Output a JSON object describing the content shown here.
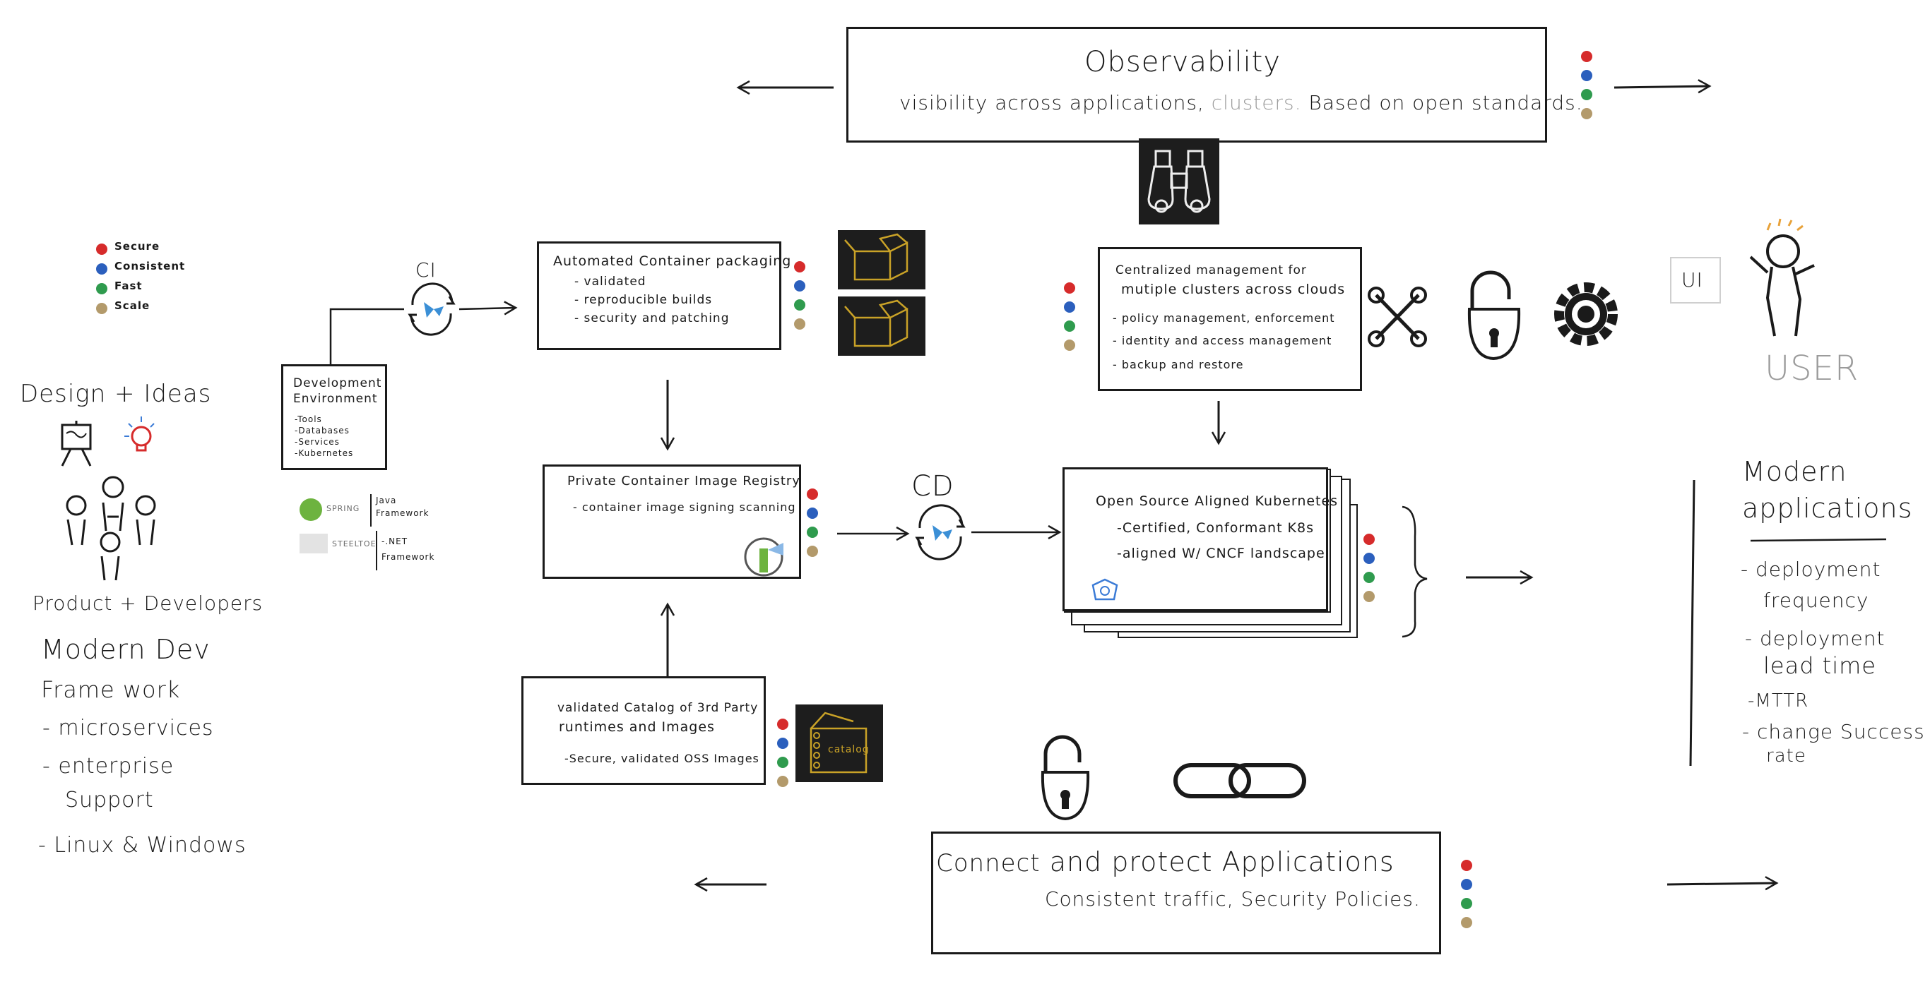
{
  "colors": {
    "secure": "#d62b2b",
    "consistent": "#2b5fbd",
    "fast": "#2f9b4e",
    "scale": "#b39a6b",
    "ink": "#1a1a1a",
    "gray": "#9b9b9b",
    "gold": "#c9a227"
  },
  "legend": [
    {
      "label": "Secure",
      "color": "#d62b2b"
    },
    {
      "label": "Consistent",
      "color": "#2b5fbd"
    },
    {
      "label": "Fast",
      "color": "#2f9b4e"
    },
    {
      "label": "Scale",
      "color": "#b39a6b"
    }
  ],
  "observability": {
    "title": "Observability",
    "subtitle_a": "visibility across applications,",
    "subtitle_b": "clusters.",
    "subtitle_c": "Based on open standards."
  },
  "left": {
    "design_ideas": "Design + Ideas",
    "product_devs": "Product + Developers",
    "modern_dev": "Modern Dev",
    "framework": "Frame work",
    "items": [
      "- microservices",
      "- enterprise",
      "Support",
      "- Linux & Windows"
    ]
  },
  "dev_env": {
    "title_1": "Development",
    "title_2": "Environment",
    "items": [
      "-Tools",
      "-Databases",
      "-Services",
      "-Kubernetes"
    ]
  },
  "frameworks": [
    {
      "logo": "SPRING",
      "desc_1": "Java",
      "desc_2": "Framework"
    },
    {
      "logo": "STEELTOE",
      "desc_1": "-.NET",
      "desc_2": "Framework"
    }
  ],
  "ci_label": "CI",
  "cd_label": "CD",
  "packaging": {
    "title": "Automated Container packaging",
    "items": [
      "- validated",
      "- reproducible builds",
      "- security and patching"
    ]
  },
  "registry": {
    "title": "Private Container Image Registry",
    "items": [
      "- container image signing scanning"
    ]
  },
  "catalog": {
    "title_1": "validated Catalog of 3rd Party",
    "title_2": "runtimes and Images",
    "items": [
      "-Secure, validated OSS Images"
    ],
    "icon_label": "catalog"
  },
  "central": {
    "title_1": "Centralized management for",
    "title_2": "mutiple clusters across clouds",
    "items": [
      "- policy management, enforcement",
      "- identity and access management",
      "- backup and restore"
    ]
  },
  "k8s": {
    "title": "Open Source Aligned Kubernetes",
    "items": [
      "-Certified, Conformant K8s",
      "-aligned W/ CNCF landscape"
    ]
  },
  "connect": {
    "title_a": "Connect",
    "title_b": "and protect Applications",
    "subtitle": "Consistent traffic, Security Policies."
  },
  "user": {
    "ui_label": "UI",
    "user_label": "USER"
  },
  "modern_apps": {
    "title_1": "Modern",
    "title_2": "applications",
    "items": [
      "- deployment",
      "frequency",
      "- deployment",
      "lead time",
      "-MTTR",
      "- change Success",
      "rate"
    ]
  }
}
